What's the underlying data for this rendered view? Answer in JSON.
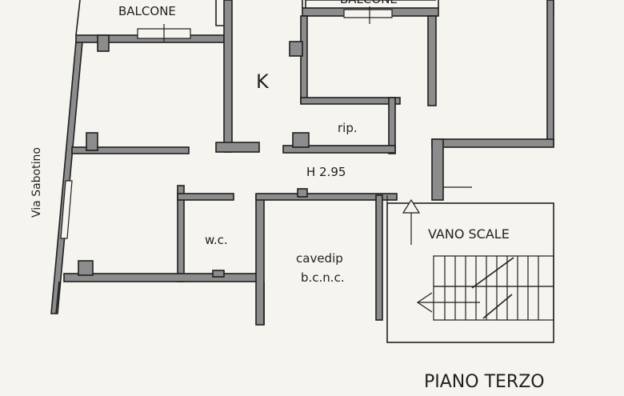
{
  "labels": {
    "balcone_left": "BALCONE",
    "balcone_right": "BALCONE",
    "kitchen": "K",
    "ripostiglio": "rip.",
    "height": "H 2.95",
    "street": "Via Sabotino",
    "wc": "w.c.",
    "cavedio_1": "cavedip",
    "cavedio_2": "b.c.n.c.",
    "vano_scale": "VANO SCALE",
    "floor": "PIANO TERZO"
  },
  "colors": {
    "background": "#f6f4ef",
    "wall_fill": "#8c8c8c",
    "line": "#1f1f1f"
  }
}
